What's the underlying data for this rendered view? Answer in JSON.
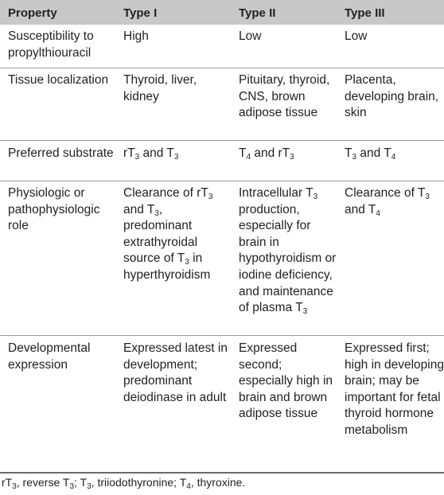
{
  "header": {
    "property": "Property",
    "type1": "Type I",
    "type2": "Type II",
    "type3": "Type III"
  },
  "rows": [
    {
      "property": "Susceptibility to propylthiouracil",
      "type1": "High",
      "type2": "Low",
      "type3": "Low"
    },
    {
      "property": "Tissue localization",
      "type1": "Thyroid, liver, kidney",
      "type2": "Pituitary, thyroid, CNS, brown adipose tissue",
      "type3": "Placenta, developing brain, skin"
    },
    {
      "property": "Preferred substrate",
      "type1": "rT3 and T3",
      "type2": "T4 and rT3",
      "type3": "T3 and T4"
    },
    {
      "property": "Physiologic or pathophysiologic role",
      "type1": "Clearance of rT3 and T3, predominant extrathyroidal source of T3 in hyperthyroidism",
      "type2": "Intracellular T3 production, especially for brain in hypothyroidism or iodine deficiency, and maintenance of plasma T3",
      "type3": "Clearance of T3 and T4"
    },
    {
      "property": "Developmental expression",
      "type1": "Expressed latest in development; predominant deiodinase in adult",
      "type2": "Expressed second; especially high in brain and brown adipose tissue",
      "type3": "Expressed first; high in developing brain; may be important for fetal thyroid hormone metabolism"
    }
  ],
  "footnote": "rT3, reverse T3; T3, triiodothyronine; T4, thyroxine."
}
